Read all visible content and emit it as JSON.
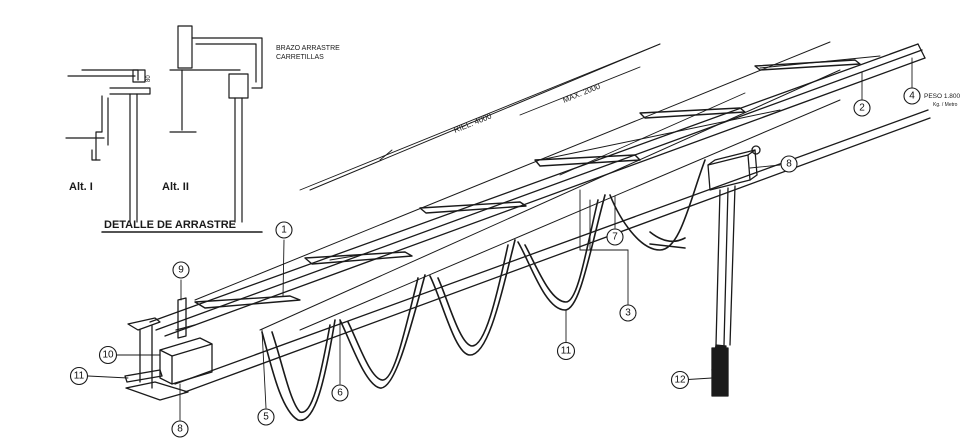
{
  "detail": {
    "caption": "DETALLE DE ARRASTRE",
    "alt1": "Alt. I",
    "alt2": "Alt. II",
    "arm_label_line1": "BRAZO ARRASTRE",
    "arm_label_line2": "CARRETILLAS",
    "dim_small": "80"
  },
  "dimensions": {
    "rail": "RIEL: 4000",
    "max": "MAX. 2000",
    "weight_line1": "PESO  1.800",
    "weight_line2": "Kg. / Metro"
  },
  "callouts": [
    "1",
    "2",
    "3",
    "4",
    "5",
    "6",
    "7",
    "8",
    "8",
    "9",
    "10",
    "11",
    "11",
    "12"
  ],
  "colors": {
    "ink": "#1a1a1a",
    "background": "#ffffff"
  }
}
